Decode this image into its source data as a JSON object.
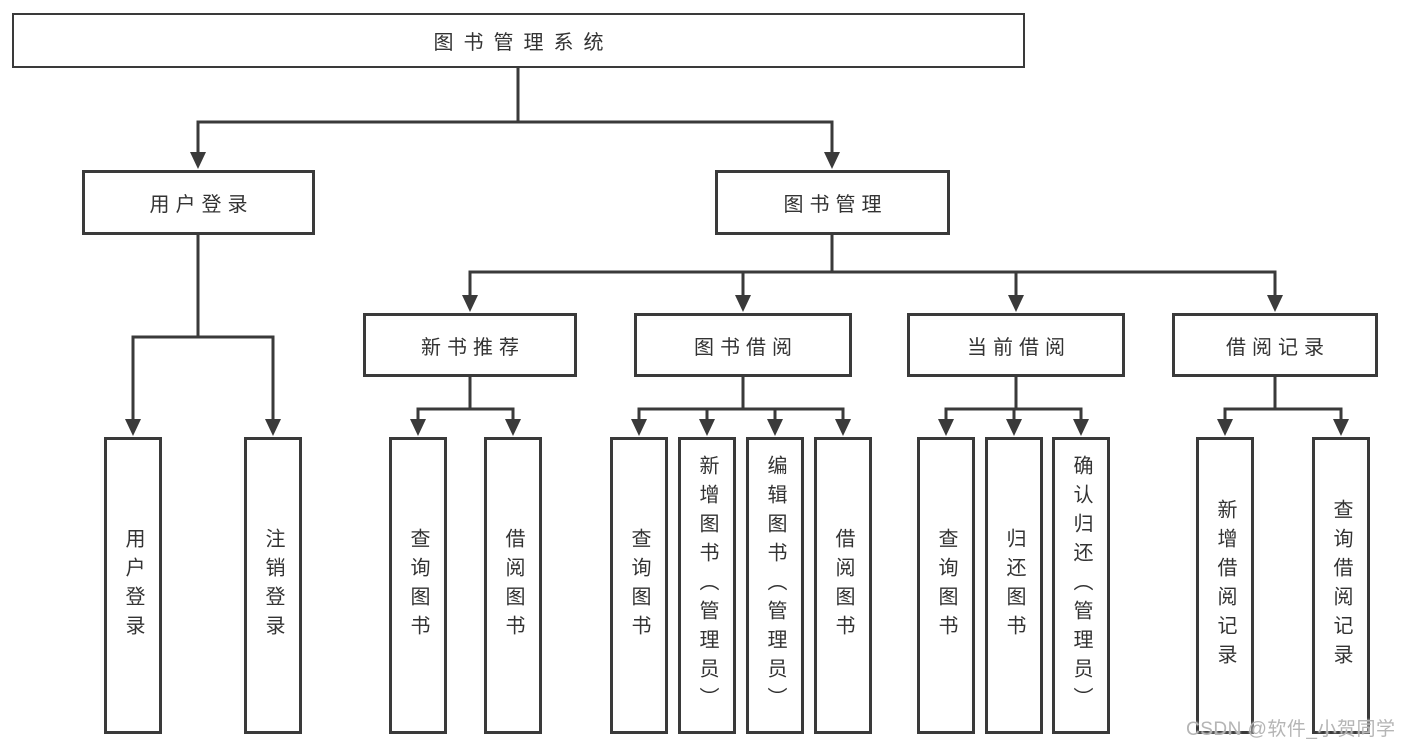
{
  "diagram": {
    "tree": {
      "root": {
        "label": "图书管理系统"
      },
      "children": [
        {
          "label": "用户登录",
          "children": [
            {
              "label": "用户登录"
            },
            {
              "label": "注销登录"
            }
          ]
        },
        {
          "label": "图书管理",
          "children": [
            {
              "label": "新书推荐",
              "children": [
                {
                  "label": "查询图书"
                },
                {
                  "label": "借阅图书"
                }
              ]
            },
            {
              "label": "图书借阅",
              "children": [
                {
                  "label": "查询图书"
                },
                {
                  "label": "新增图书（管理员）"
                },
                {
                  "label": "编辑图书（管理员）"
                },
                {
                  "label": "借阅图书"
                }
              ]
            },
            {
              "label": "当前借阅",
              "children": [
                {
                  "label": "查询图书"
                },
                {
                  "label": "归还图书"
                },
                {
                  "label": "确认归还（管理员）"
                }
              ]
            },
            {
              "label": "借阅记录",
              "children": [
                {
                  "label": "新增借阅记录"
                },
                {
                  "label": "查询借阅记录"
                }
              ]
            }
          ]
        }
      ]
    },
    "watermark": "CSDN @软件_小贺同学",
    "colors": {
      "line": "#3a3a3a",
      "text": "#333333",
      "watermark": "#b5b5b5",
      "background": "#ffffff"
    }
  }
}
